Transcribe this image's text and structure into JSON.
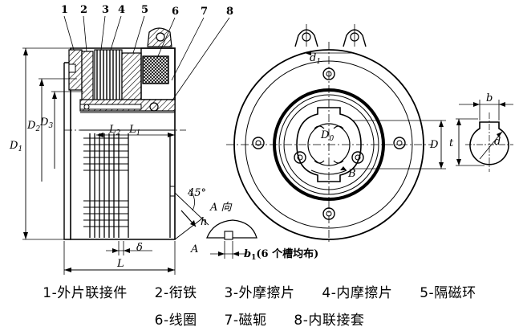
{
  "drawing": {
    "part_numbers": [
      "1",
      "2",
      "3",
      "4",
      "5",
      "6",
      "7",
      "8"
    ],
    "dims": {
      "D1": "D",
      "D1_sub": "1",
      "D2": "D",
      "D2_sub": "2",
      "D3": "D",
      "D3_sub": "3",
      "L": "L",
      "L1": "L",
      "L1_sub": "1",
      "L2": "L",
      "L2_sub": "2",
      "delta": "δ",
      "angle": "45°",
      "h": "h",
      "A_view": "A 向",
      "A": "A",
      "d1": "d",
      "d1_sub": "1",
      "D0": "D",
      "D0_sub": "0",
      "B": "B",
      "D_right": "D",
      "b": "b",
      "t": "t",
      "d": "d",
      "b1_note": "b",
      "b1_sub": "1",
      "b1_rest": "(6 个槽均布)"
    }
  },
  "legend": {
    "row1": [
      "1-外片联接件",
      "2-衔铁",
      "3-外摩擦片",
      "4-内摩擦片",
      "5-隔磁环"
    ],
    "row2": [
      "6-线圈",
      "7-磁轭",
      "8-内联接套"
    ]
  }
}
